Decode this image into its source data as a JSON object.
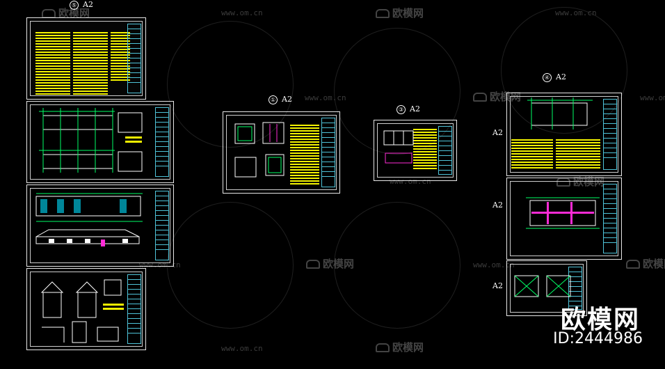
{
  "watermarks": {
    "url": "www.om.cn",
    "brand": "欧模网"
  },
  "sheet_labels": {
    "left_column": {
      "num": "⑤",
      "size": "A2"
    },
    "middle": {
      "num": "①",
      "size": "A2"
    },
    "center_right": {
      "num": "③",
      "size": "A2"
    },
    "right_column": {
      "num": "④",
      "size": "A2"
    },
    "right_a2_1": "A2",
    "right_a2_2": "A2",
    "right_a2_3": "A2"
  },
  "branding": {
    "name": "欧模网",
    "id": "ID:2444986"
  },
  "colors": {
    "background": "#000000",
    "frame": "#e8e8e8",
    "annotation": "#f3f300",
    "titleblock": "#4fc3d8",
    "grid": "#00ff66",
    "accent": "#ff2bd6"
  }
}
